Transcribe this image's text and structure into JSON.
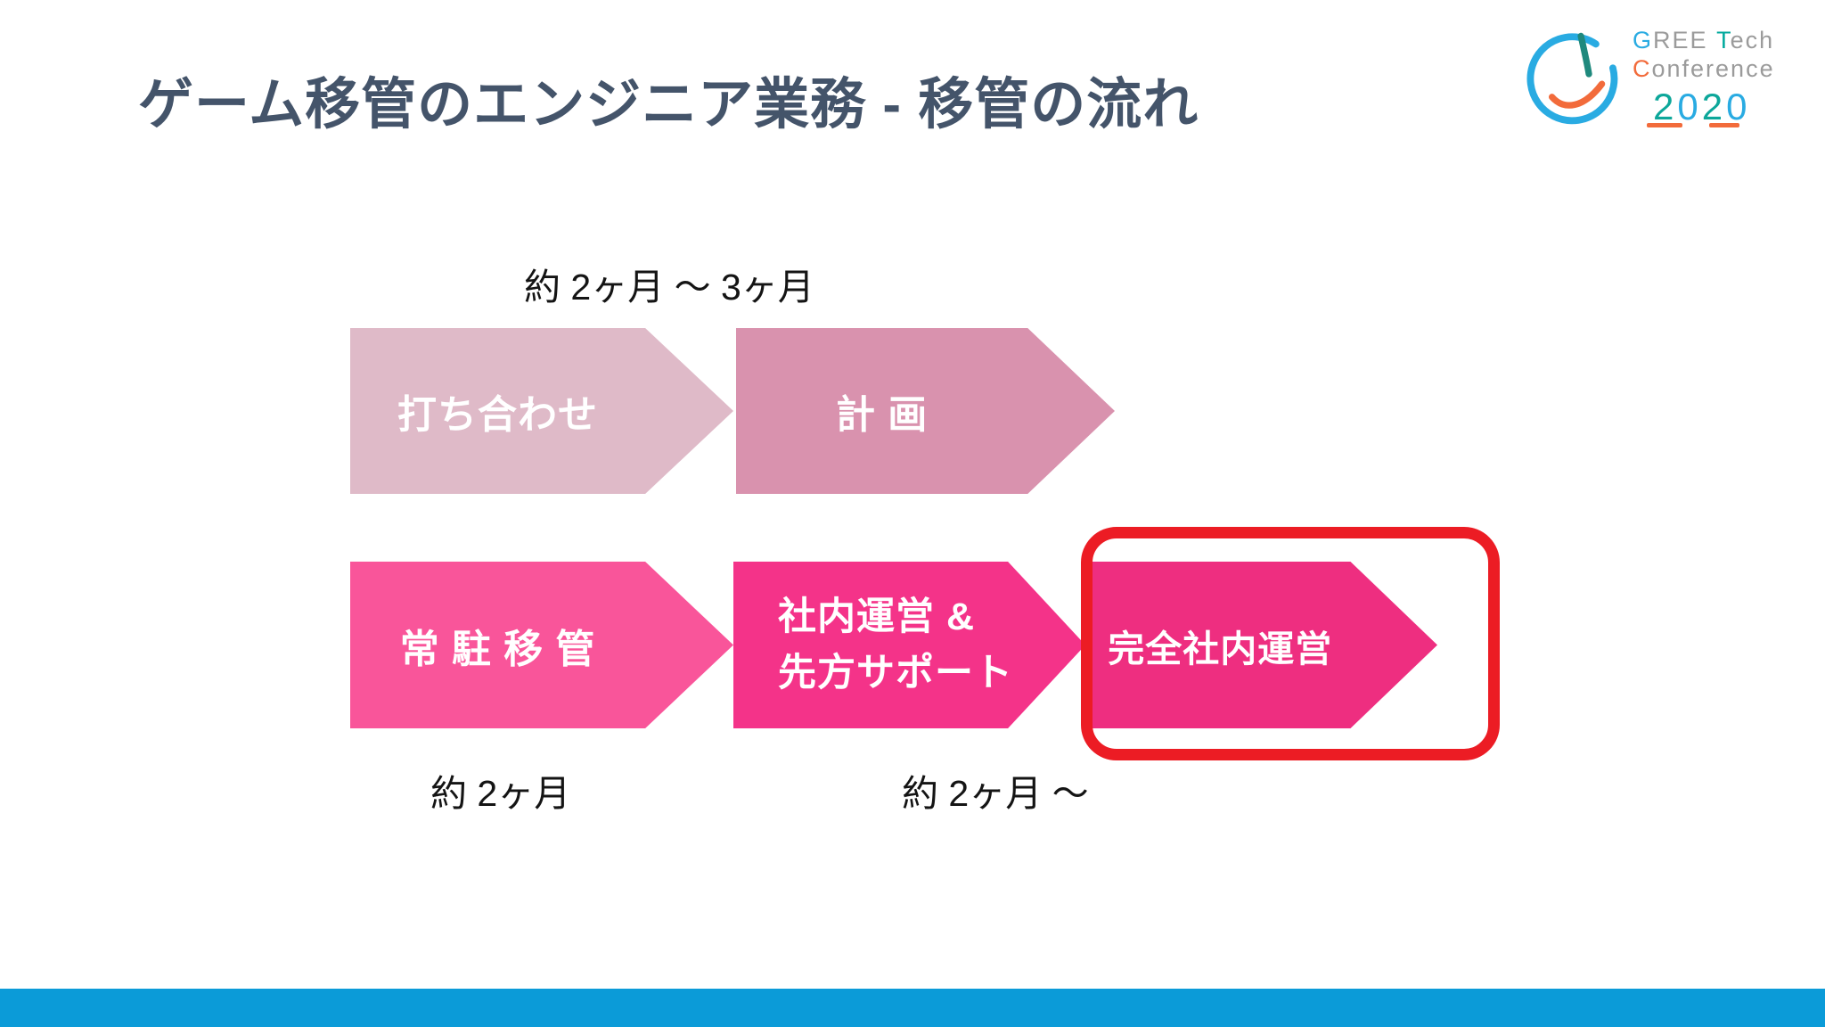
{
  "slide": {
    "title": "ゲーム移管のエンジニア業務 - 移管の流れ",
    "title_color": "#44546A",
    "background_color": "#FFFFFF",
    "footer_bar_color": "#0B9BD8"
  },
  "logo": {
    "name": "GREE Tech Conference 2020",
    "line1": {
      "g": "G",
      "ree": "REE",
      "space": " ",
      "t": "T",
      "ech": "ech"
    },
    "line2": {
      "c": "C",
      "onference": "onference"
    },
    "year": {
      "d1": "2",
      "d2": "0",
      "d3": "2",
      "d4": "0"
    },
    "colors": {
      "blue": "#29ABE2",
      "teal": "#00A99D",
      "teal_dark": "#1F897D",
      "orange": "#F26B3B",
      "gray": "#9B9B9B"
    }
  },
  "flow": {
    "top_duration_label": "約 2ヶ月 ～ 3ヶ月",
    "bottom_duration_label_left": "約 2ヶ月",
    "bottom_duration_label_right": "約 2ヶ月 ～",
    "steps": [
      {
        "id": "meeting",
        "label": "打ち合わせ",
        "color": "#DFBAC8",
        "row": "top",
        "highlighted": false
      },
      {
        "id": "planning",
        "label": "計 画",
        "color": "#D992AE",
        "row": "top",
        "highlighted": false
      },
      {
        "id": "onsite-transfer",
        "label": "常 駐 移 管",
        "color": "#F9559A",
        "row": "bottom",
        "highlighted": false
      },
      {
        "id": "inhouse-with-support",
        "label_line1": "社内運営 &",
        "label_line2": "先方サポート",
        "color": "#F43389",
        "row": "bottom",
        "highlighted": false
      },
      {
        "id": "full-inhouse",
        "label": "完全社内運営",
        "color": "#EE2E80",
        "row": "bottom",
        "highlighted": true
      }
    ],
    "highlight_ring_color": "#EC1C24"
  }
}
